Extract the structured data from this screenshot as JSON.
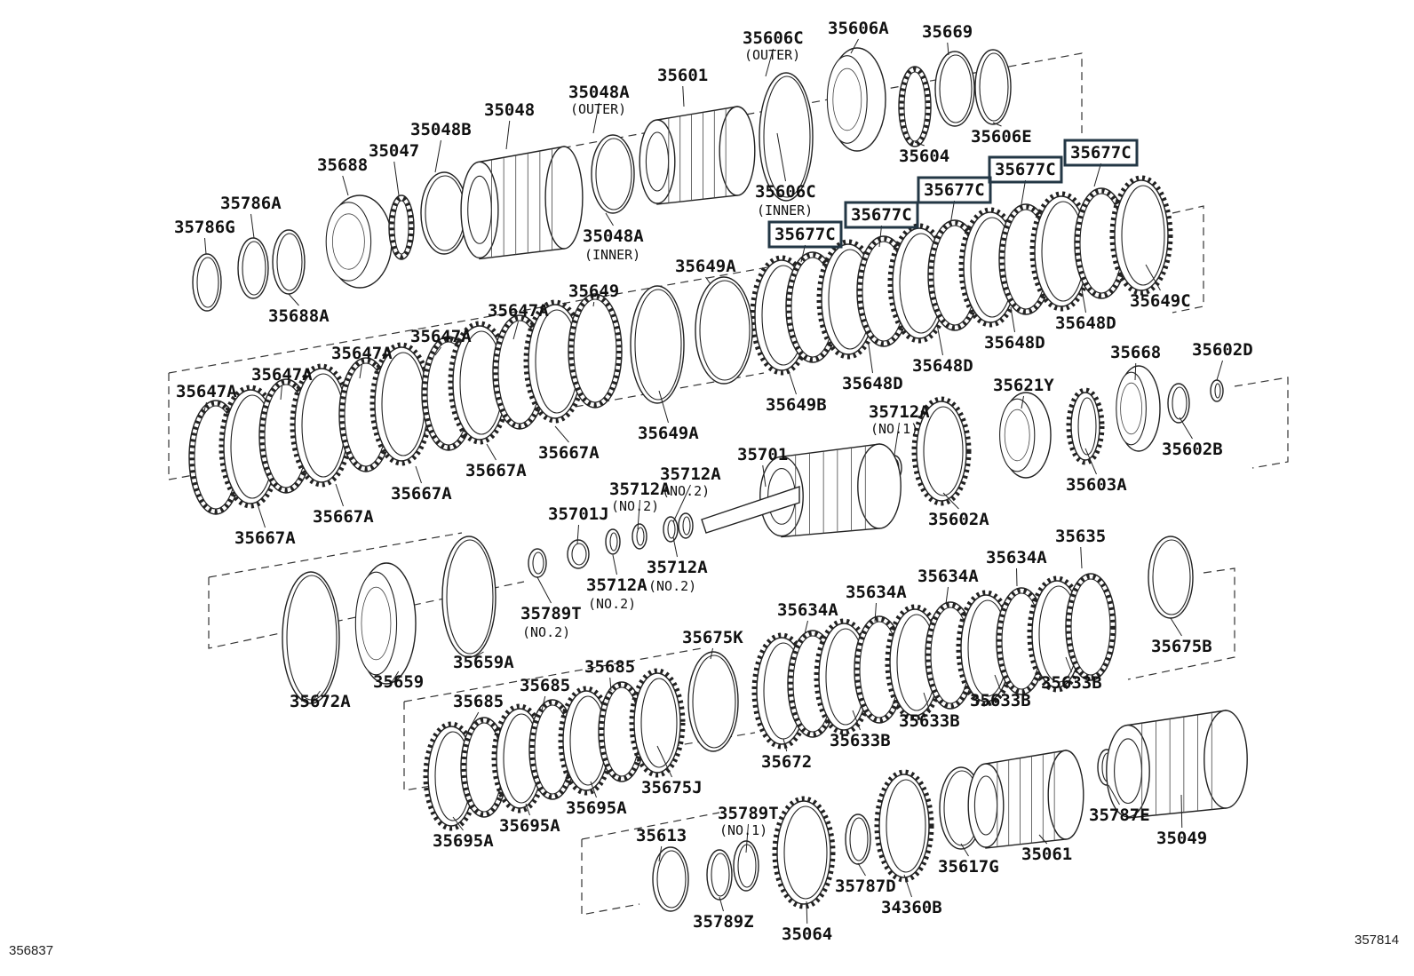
{
  "footer": {
    "left_code": "356837",
    "right_code": "357814"
  },
  "highlight_color": "#233745",
  "parts": [
    {
      "id": "35786G",
      "callouts": [
        {
          "label": "35786G"
        }
      ]
    },
    {
      "id": "35786A",
      "callouts": [
        {
          "label": "35786A"
        }
      ]
    },
    {
      "id": "35688A",
      "callouts": [
        {
          "label": "35688A"
        }
      ]
    },
    {
      "id": "35688",
      "callouts": [
        {
          "label": "35688"
        }
      ]
    },
    {
      "id": "35047",
      "callouts": [
        {
          "label": "35047"
        }
      ]
    },
    {
      "id": "35048B",
      "callouts": [
        {
          "label": "35048B"
        }
      ]
    },
    {
      "id": "35048",
      "callouts": [
        {
          "label": "35048"
        }
      ]
    },
    {
      "id": "35048A",
      "callouts": [
        {
          "label": "35048A",
          "note": "(OUTER)"
        },
        {
          "label": "35048A",
          "note": "(INNER)"
        }
      ]
    },
    {
      "id": "35601",
      "callouts": [
        {
          "label": "35601"
        }
      ]
    },
    {
      "id": "35606C",
      "callouts": [
        {
          "label": "35606C",
          "note": "(OUTER)"
        },
        {
          "label": "35606C",
          "note": "(INNER)"
        }
      ]
    },
    {
      "id": "35606A",
      "callouts": [
        {
          "label": "35606A"
        }
      ]
    },
    {
      "id": "35669",
      "callouts": [
        {
          "label": "35669"
        }
      ]
    },
    {
      "id": "35604",
      "callouts": [
        {
          "label": "35604"
        }
      ]
    },
    {
      "id": "35606E",
      "callouts": [
        {
          "label": "35606E"
        }
      ]
    },
    {
      "id": "35677C",
      "highlighted": true,
      "callouts": [
        {
          "label": "35677C"
        },
        {
          "label": "35677C"
        },
        {
          "label": "35677C"
        },
        {
          "label": "35677C"
        },
        {
          "label": "35677C"
        }
      ]
    },
    {
      "id": "35649C",
      "callouts": [
        {
          "label": "35649C"
        }
      ]
    },
    {
      "id": "35648D",
      "callouts": [
        {
          "label": "35648D"
        },
        {
          "label": "35648D"
        },
        {
          "label": "35648D"
        },
        {
          "label": "35648D"
        }
      ]
    },
    {
      "id": "35649B",
      "callouts": [
        {
          "label": "35649B"
        }
      ]
    },
    {
      "id": "35649A",
      "callouts": [
        {
          "label": "35649A"
        },
        {
          "label": "35649A"
        }
      ]
    },
    {
      "id": "35649",
      "callouts": [
        {
          "label": "35649"
        }
      ]
    },
    {
      "id": "35647A",
      "callouts": [
        {
          "label": "35647A"
        },
        {
          "label": "35647A"
        },
        {
          "label": "35647A"
        },
        {
          "label": "35647A"
        },
        {
          "label": "35647A"
        }
      ]
    },
    {
      "id": "35667A",
      "callouts": [
        {
          "label": "35667A"
        },
        {
          "label": "35667A"
        },
        {
          "label": "35667A"
        },
        {
          "label": "35667A"
        },
        {
          "label": "35667A"
        },
        {
          "label": "35667A"
        }
      ]
    },
    {
      "id": "35602D",
      "callouts": [
        {
          "label": "35602D"
        }
      ]
    },
    {
      "id": "35668",
      "callouts": [
        {
          "label": "35668"
        }
      ]
    },
    {
      "id": "35621Y",
      "callouts": [
        {
          "label": "35621Y"
        }
      ]
    },
    {
      "id": "35602B",
      "callouts": [
        {
          "label": "35602B"
        }
      ]
    },
    {
      "id": "35603A",
      "callouts": [
        {
          "label": "35603A"
        }
      ]
    },
    {
      "id": "35602A",
      "callouts": [
        {
          "label": "35602A"
        }
      ]
    },
    {
      "id": "35712A",
      "callouts": [
        {
          "label": "35712A",
          "note": "(NO.1)"
        },
        {
          "label": "35712A",
          "note": "(NO.2)"
        },
        {
          "label": "35712A",
          "note": "(NO.2)"
        },
        {
          "label": "35712A",
          "note": "(NO.2)"
        },
        {
          "label": "35712A",
          "note": "(NO.2)"
        }
      ]
    },
    {
      "id": "35701",
      "callouts": [
        {
          "label": "35701"
        }
      ]
    },
    {
      "id": "35701J",
      "callouts": [
        {
          "label": "35701J"
        }
      ]
    },
    {
      "id": "35789T",
      "callouts": [
        {
          "label": "35789T",
          "note": "(NO.2)"
        },
        {
          "label": "35789T",
          "note": "(NO.1)"
        }
      ]
    },
    {
      "id": "35672A",
      "callouts": [
        {
          "label": "35672A"
        }
      ]
    },
    {
      "id": "35659",
      "callouts": [
        {
          "label": "35659"
        }
      ]
    },
    {
      "id": "35659A",
      "callouts": [
        {
          "label": "35659A"
        }
      ]
    },
    {
      "id": "35675K",
      "callouts": [
        {
          "label": "35675K"
        }
      ]
    },
    {
      "id": "35675B",
      "callouts": [
        {
          "label": "35675B"
        }
      ]
    },
    {
      "id": "35675J",
      "callouts": [
        {
          "label": "35675J"
        }
      ]
    },
    {
      "id": "35635",
      "callouts": [
        {
          "label": "35635"
        }
      ]
    },
    {
      "id": "35634A",
      "callouts": [
        {
          "label": "35634A"
        },
        {
          "label": "35634A"
        },
        {
          "label": "35634A"
        },
        {
          "label": "35634A"
        }
      ]
    },
    {
      "id": "35633B",
      "callouts": [
        {
          "label": "35633B"
        },
        {
          "label": "35633B"
        },
        {
          "label": "35633B"
        },
        {
          "label": "35633B"
        }
      ]
    },
    {
      "id": "35672",
      "callouts": [
        {
          "label": "35672"
        }
      ]
    },
    {
      "id": "35685",
      "callouts": [
        {
          "label": "35685"
        },
        {
          "label": "35685"
        },
        {
          "label": "35685"
        }
      ]
    },
    {
      "id": "35695A",
      "callouts": [
        {
          "label": "35695A"
        },
        {
          "label": "35695A"
        },
        {
          "label": "35695A"
        }
      ]
    },
    {
      "id": "35613",
      "callouts": [
        {
          "label": "35613"
        }
      ]
    },
    {
      "id": "35789Z",
      "callouts": [
        {
          "label": "35789Z"
        }
      ]
    },
    {
      "id": "35064",
      "callouts": [
        {
          "label": "35064"
        }
      ]
    },
    {
      "id": "35787D",
      "callouts": [
        {
          "label": "35787D"
        }
      ]
    },
    {
      "id": "34360B",
      "callouts": [
        {
          "label": "34360B"
        }
      ]
    },
    {
      "id": "35617G",
      "callouts": [
        {
          "label": "35617G"
        }
      ]
    },
    {
      "id": "35061",
      "callouts": [
        {
          "label": "35061"
        }
      ]
    },
    {
      "id": "35787E",
      "callouts": [
        {
          "label": "35787E"
        }
      ]
    },
    {
      "id": "35049",
      "callouts": [
        {
          "label": "35049"
        }
      ]
    }
  ]
}
